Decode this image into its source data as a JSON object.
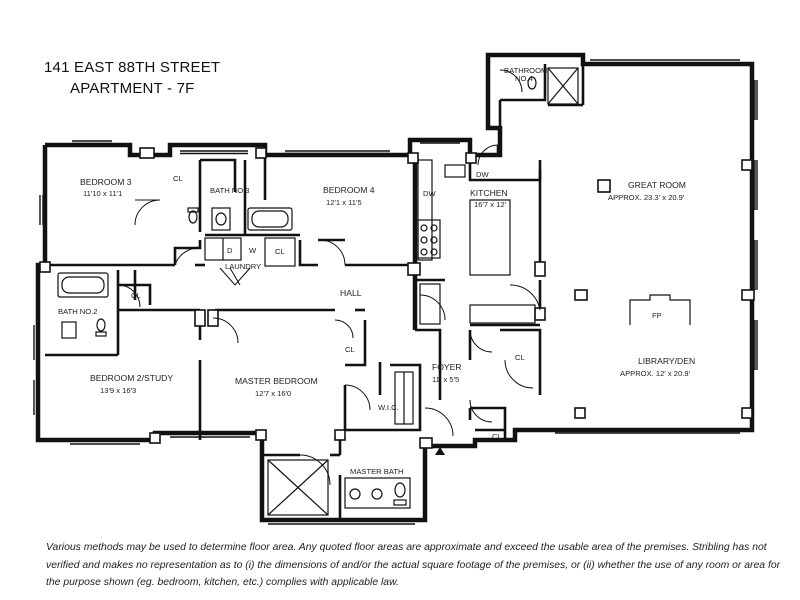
{
  "header": {
    "address": "141 EAST 88TH STREET",
    "unit": "APARTMENT - 7F"
  },
  "rooms": {
    "bedroom3": {
      "name": "BEDROOM 3",
      "size": "11'10 x 11'1"
    },
    "bath3": {
      "name": "BATH NO.3"
    },
    "bedroom4": {
      "name": "BEDROOM 4",
      "size": "12'1 x 11'5"
    },
    "laundry": {
      "name": "LAUNDRY"
    },
    "hall": {
      "name": "HALL"
    },
    "bath2": {
      "name": "BATH NO.2"
    },
    "bedroom2": {
      "name": "BEDROOM 2/STUDY",
      "size": "13'9 x 16'3"
    },
    "master": {
      "name": "MASTER BEDROOM",
      "size": "12'7 x 16'0"
    },
    "wic": {
      "name": "W.I.C."
    },
    "masterbath": {
      "name": "MASTER BATH"
    },
    "kitchen": {
      "name": "KITCHEN",
      "size": "16'7 x 12'"
    },
    "foyer": {
      "name": "FOYER",
      "size": "11' x 5'5"
    },
    "bath4": {
      "name": "BATHROOM",
      "name2": "NO.4"
    },
    "greatroom": {
      "name": "GREAT ROOM",
      "size": "APPROX. 23.3' x 20.9'"
    },
    "library": {
      "name": "LIBRARY/DEN",
      "size": "APPROX. 12' x 20.9'"
    }
  },
  "fixtures": {
    "closet": "CL",
    "dishwasher": "DW",
    "washer": "W",
    "dryer": "D",
    "fireplace": "FP"
  },
  "disclaimer": "Various methods may be used to determine floor area. Any quoted floor areas are approximate and exceed the usable area of the premises. Stribling has not verified and makes no representation as to (i) the dimensions of and/or the actual square footage of the premises, or (ii) whether the use of any room or area for the purpose shown (eg. bedroom, kitchen, etc.) complies with applicable law."
}
